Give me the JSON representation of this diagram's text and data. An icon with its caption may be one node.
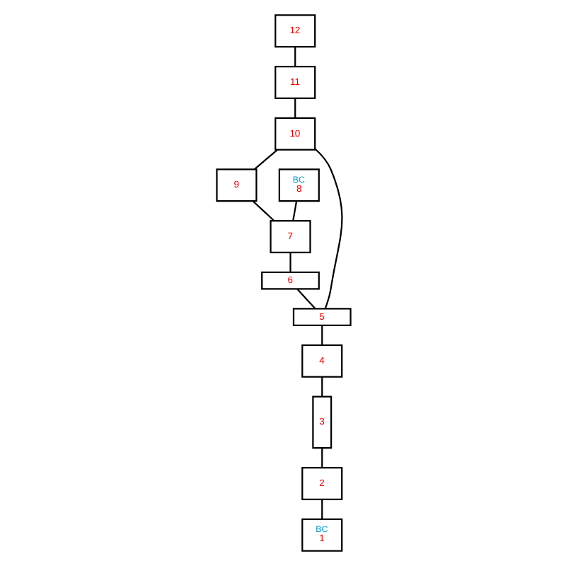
{
  "diagram": {
    "nodes": [
      {
        "text": [
          "12"
        ]
      },
      {
        "text": [
          "11"
        ]
      },
      {
        "text": [
          "10"
        ]
      },
      {
        "text": [
          "9"
        ]
      },
      {
        "text": [
          "5"
        ]
      },
      {
        "text": [
          "4"
        ]
      },
      {
        "text": [
          "BC",
          "8"
        ]
      },
      {
        "text": [
          "7"
        ]
      },
      {
        "text": [
          "3"
        ]
      },
      {
        "text": [
          "6"
        ]
      },
      {
        "text": [
          "2"
        ]
      },
      {
        "text": [
          "BC",
          "1"
        ]
      }
    ],
    "edges": [
      {
        "from": 0,
        "to": 1,
        "arrow": "none"
      },
      {
        "from": 1,
        "to": 2,
        "arrow": "none"
      },
      {
        "from": 2,
        "to": 4,
        "arrow": "none"
      },
      {
        "from": 2,
        "to": 3,
        "arrow": "none"
      },
      {
        "from": 3,
        "to": 7,
        "arrow": "none"
      },
      {
        "from": 6,
        "to": 7,
        "arrow": "none"
      },
      {
        "from": 7,
        "to": 9,
        "arrow": "none"
      },
      {
        "from": 9,
        "to": 4,
        "arrow": "none"
      },
      {
        "from": 4,
        "to": 5,
        "arrow": "none"
      },
      {
        "from": 5,
        "to": 8,
        "arrow": "none"
      },
      {
        "from": 8,
        "to": 10,
        "arrow": "none"
      },
      {
        "from": 10,
        "to": 11,
        "arrow": "none"
      }
    ]
  }
}
